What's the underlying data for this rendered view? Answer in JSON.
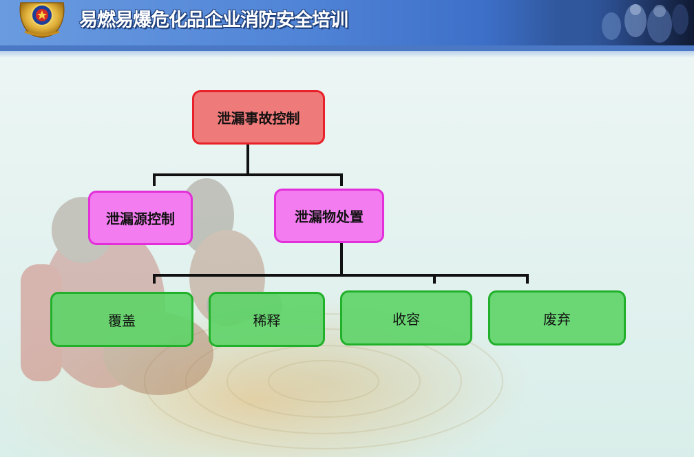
{
  "header": {
    "title": "易燃易爆危化品企业消防安全培训",
    "emblem": "police-emblem-icon"
  },
  "diagram": {
    "root": "泄漏事故控制",
    "level2": [
      "泄漏源控制",
      "泄漏物处置"
    ],
    "level3": [
      "覆盖",
      "稀释",
      "收容",
      "废弃"
    ]
  },
  "colors": {
    "root_fill": "#ef7a7a",
    "root_border": "#e8202a",
    "mid_fill": "#f27cf0",
    "mid_border": "#e22fd9",
    "leaf_fill": "#5fd469",
    "leaf_border": "#21b02a",
    "banner": "#4f83d6"
  }
}
